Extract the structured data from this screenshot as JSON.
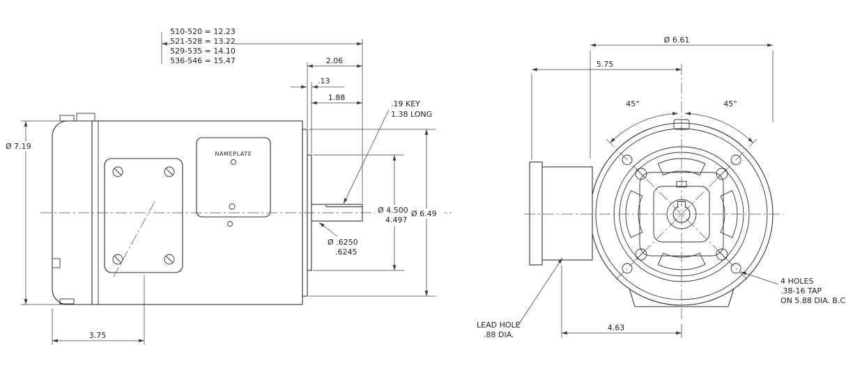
{
  "side_view": {
    "length_table": [
      "510-520 = 12.23",
      "521-528 = 13.22",
      "529-535 = 14.10",
      "536-546 = 15.47"
    ],
    "dims": {
      "shaft_extension": "2.06",
      "pilot_thickness": ".13",
      "shaft_usable": "1.88",
      "body_dia": "Ø 7.19",
      "pilot_dia_line1": "Ø 4.500",
      "pilot_dia_line2": "4.497",
      "flange_dia": "Ø 6.49",
      "shaft_dia_line1": "Ø .6250",
      "shaft_dia_line2": ".6245",
      "rear_to_box_center": "3.75"
    },
    "key_note": {
      "line1": ".19 KEY",
      "line2": "1.38 LONG"
    },
    "nameplate_label": "NAMEPLATE"
  },
  "end_view": {
    "dims": {
      "outer_dia": "Ø 6.61",
      "box_to_center": "5.75",
      "angle_left": "45°",
      "angle_right": "45°",
      "lead_hole_to_center": "4.63"
    },
    "holes_note": {
      "line1": "4 HOLES",
      "line2": ".38-16 TAP",
      "line3": "ON 5.88 DIA. B.C."
    },
    "lead_hole_note": {
      "line1": "LEAD HOLE",
      "line2": ".88 DIA."
    }
  },
  "colors": {
    "background": "#ffffff",
    "object_line": "#2e2e2e",
    "dimension_line": "#3a3a3a",
    "text": "#1f1f1f"
  }
}
